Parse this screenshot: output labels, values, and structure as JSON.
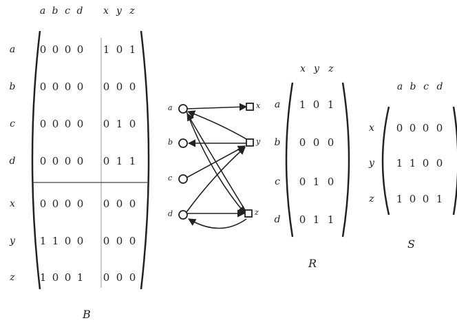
{
  "matrix_B": {
    "name": "B",
    "col_labels": [
      "a",
      "b",
      "c",
      "d",
      "x",
      "y",
      "z"
    ],
    "row_labels": [
      "a",
      "b",
      "c",
      "d",
      "x",
      "y",
      "z"
    ],
    "rows": [
      [
        "0",
        "0",
        "0",
        "0",
        "1",
        "0",
        "1"
      ],
      [
        "0",
        "0",
        "0",
        "0",
        "0",
        "0",
        "0"
      ],
      [
        "0",
        "0",
        "0",
        "0",
        "0",
        "1",
        "0"
      ],
      [
        "0",
        "0",
        "0",
        "0",
        "0",
        "1",
        "1"
      ],
      [
        "0",
        "0",
        "0",
        "0",
        "0",
        "0",
        "0"
      ],
      [
        "1",
        "1",
        "0",
        "0",
        "0",
        "0",
        "0"
      ],
      [
        "1",
        "0",
        "0",
        "1",
        "0",
        "0",
        "0"
      ]
    ]
  },
  "graph": {
    "left_nodes": [
      "a",
      "b",
      "c",
      "d"
    ],
    "right_nodes": [
      "x",
      "y",
      "z"
    ],
    "edges": [
      {
        "from": "a",
        "to": "x"
      },
      {
        "from": "a",
        "to": "z"
      },
      {
        "from": "c",
        "to": "y"
      },
      {
        "from": "d",
        "to": "y"
      },
      {
        "from": "d",
        "to": "z"
      },
      {
        "from": "y",
        "to": "a"
      },
      {
        "from": "y",
        "to": "b"
      },
      {
        "from": "z",
        "to": "a"
      },
      {
        "from": "z",
        "to": "d"
      }
    ]
  },
  "matrix_R": {
    "name": "R",
    "col_labels": [
      "x",
      "y",
      "z"
    ],
    "row_labels": [
      "a",
      "b",
      "c",
      "d"
    ],
    "rows": [
      [
        "1",
        "0",
        "1"
      ],
      [
        "0",
        "0",
        "0"
      ],
      [
        "0",
        "1",
        "0"
      ],
      [
        "0",
        "1",
        "1"
      ]
    ]
  },
  "matrix_S": {
    "name": "S",
    "col_labels": [
      "a",
      "b",
      "c",
      "d"
    ],
    "row_labels": [
      "x",
      "y",
      "z"
    ],
    "rows": [
      [
        "0",
        "0",
        "0",
        "0"
      ],
      [
        "1",
        "1",
        "0",
        "0"
      ],
      [
        "1",
        "0",
        "0",
        "1"
      ]
    ]
  }
}
